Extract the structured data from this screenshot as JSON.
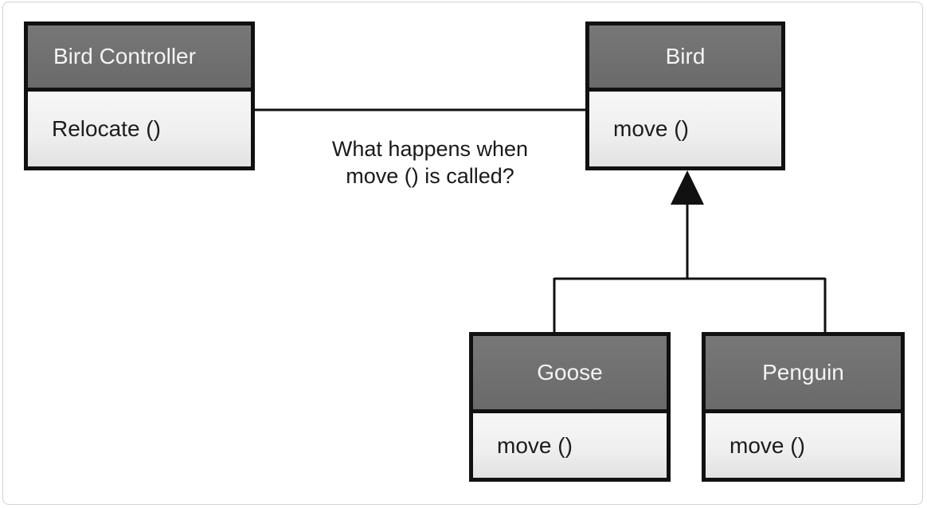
{
  "diagram": {
    "classes": {
      "controller": {
        "name": "Bird Controller",
        "method": "Relocate ()"
      },
      "bird": {
        "name": "Bird",
        "method": "move ()"
      },
      "goose": {
        "name": "Goose",
        "method": "move ()"
      },
      "penguin": {
        "name": "Penguin",
        "method": "move ()"
      }
    },
    "note": {
      "line1": "What happens when",
      "line2": "move () is called?"
    },
    "colors": {
      "header_fill": "#6f6f6f",
      "header_text": "#f4f4f4",
      "body_fill": "#eeeeee",
      "border": "#111111"
    }
  }
}
